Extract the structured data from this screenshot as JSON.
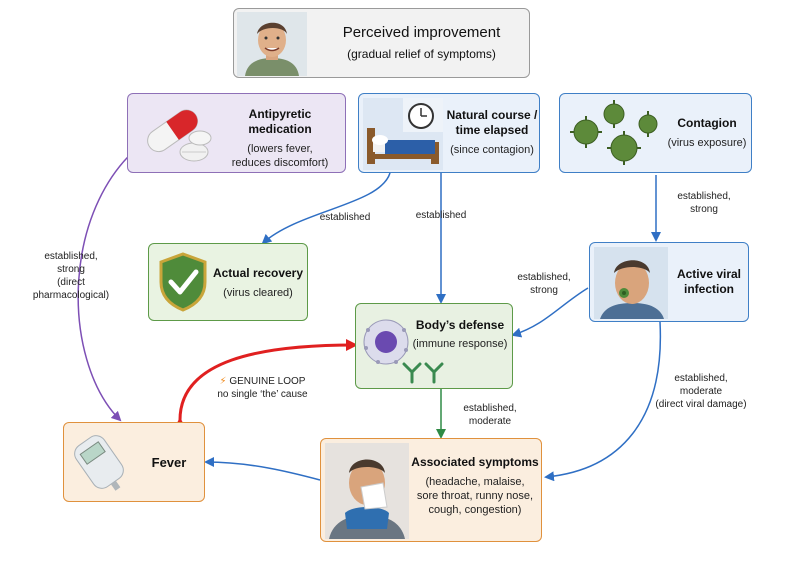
{
  "nodes": {
    "perceived": {
      "title": "Perceived improvement",
      "sub": "(gradual relief of symptoms)"
    },
    "antipyretic": {
      "title": "Antipyretic medication",
      "sub1": "(lowers fever,",
      "sub2": "reduces discomfort)"
    },
    "natural": {
      "title1": "Natural course /",
      "title2": "time elapsed",
      "sub": "(since contagion)"
    },
    "contagion": {
      "title": "Contagion",
      "sub": "(virus exposure)"
    },
    "recovery": {
      "title": "Actual recovery",
      "sub": "(virus cleared)"
    },
    "viral": {
      "title1": "Active viral",
      "title2": "infection"
    },
    "defense": {
      "title": "Body’s defense",
      "sub": "(immune response)"
    },
    "fever": {
      "title": "Fever"
    },
    "symptoms": {
      "title": "Associated symptoms",
      "sub1": "(headache, malaise,",
      "sub2": "sore throat, runny nose,",
      "sub3": "cough, congestion)"
    }
  },
  "edges": {
    "antipyretic_fever": [
      "established,",
      "strong",
      "(direct",
      "pharmacological)"
    ],
    "natural_recovery": [
      "established"
    ],
    "natural_defense": [
      "established"
    ],
    "contagion_viral": [
      "established,",
      "strong"
    ],
    "viral_defense": [
      "established,",
      "strong"
    ],
    "defense_symptoms": [
      "established,",
      "moderate"
    ],
    "viral_symptoms": [
      "established,",
      "moderate",
      "(direct viral damage)"
    ]
  },
  "loop": {
    "line1": "GENUINE LOOP",
    "line2": "no single ‘the’ cause"
  },
  "colors": {
    "blue": "#2f6fc4",
    "purple": "#7d4fb5",
    "green": "#2f8a45",
    "red": "#e02020",
    "orange_accent": "#f08a1c"
  }
}
